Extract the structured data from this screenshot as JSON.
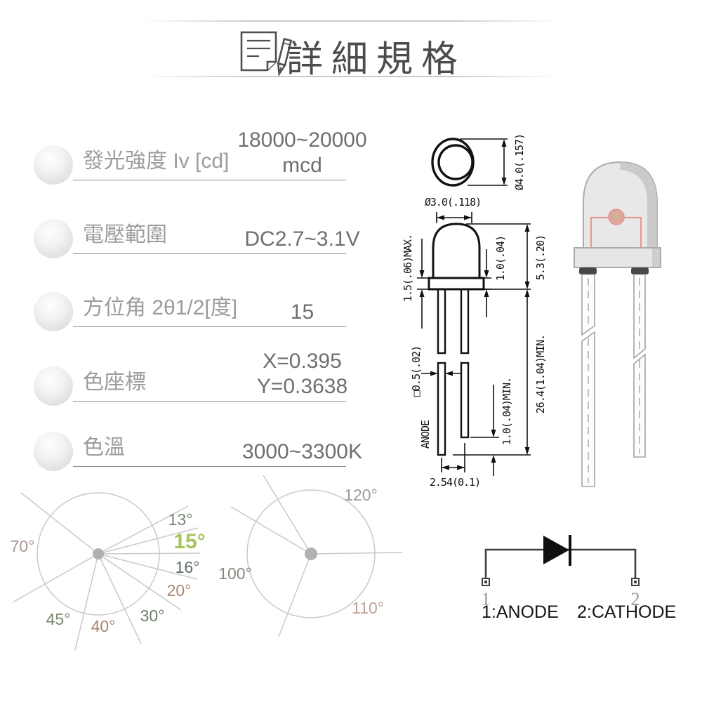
{
  "title": {
    "text": "詳細規格"
  },
  "specs": [
    {
      "label": "發光強度 Iv [cd]",
      "value_line1": "18000~20000",
      "value_line2": "mcd"
    },
    {
      "label": "電壓範圍",
      "value_line1": "",
      "value_line2": "DC2.7~3.1V"
    },
    {
      "label": "方位角 2θ1/2[度]",
      "value_line1": "",
      "value_line2": "15"
    },
    {
      "label": "色座標",
      "value_line1": "X=0.395",
      "value_line2": "Y=0.3638"
    },
    {
      "label": "色溫",
      "value_line1": "",
      "value_line2": "3000~3300K"
    }
  ],
  "dims": {
    "body_dia": "Ø3.0(.118)",
    "flange_dia": "Ø4.0(.157)",
    "flange_max": "1.5(.06)MAX.",
    "flange_th": "1.0(.04)",
    "head_height": "5.3(.20)",
    "lead_square": "□0.5(.02)",
    "anode": "ANODE",
    "lead_length": "26.4(1.04)MIN.",
    "lead_diff": "1.0(.04)MIN.",
    "lead_pitch": "2.54(0.1)"
  },
  "angle_chart1": {
    "labels": [
      {
        "text": "70°",
        "color": "#a79a92"
      },
      {
        "text": "13°",
        "color": "#75836f"
      },
      {
        "text": "15°",
        "color": "#a6c45e"
      },
      {
        "text": "16°",
        "color": "#5f6d62"
      },
      {
        "text": "20°",
        "color": "#ab8472"
      },
      {
        "text": "30°",
        "color": "#6f7e68"
      },
      {
        "text": "40°",
        "color": "#a8836c"
      },
      {
        "text": "45°",
        "color": "#7a886f"
      }
    ]
  },
  "angle_chart2": {
    "labels": [
      {
        "text": "120°",
        "color": "#9b9b9b"
      },
      {
        "text": "100°",
        "color": "#80897e"
      },
      {
        "text": "110°",
        "color": "#bda393"
      }
    ]
  },
  "schematic": {
    "pin1": "1",
    "pin2": "2",
    "caption1": "1:ANODE",
    "caption2": "2:CATHODE"
  },
  "colors": {
    "drawing_line": "#111111",
    "accent_green": "#a6c45e",
    "led_wire_pink": "#e59a92",
    "led_body_gray": "#e8e8e8"
  }
}
